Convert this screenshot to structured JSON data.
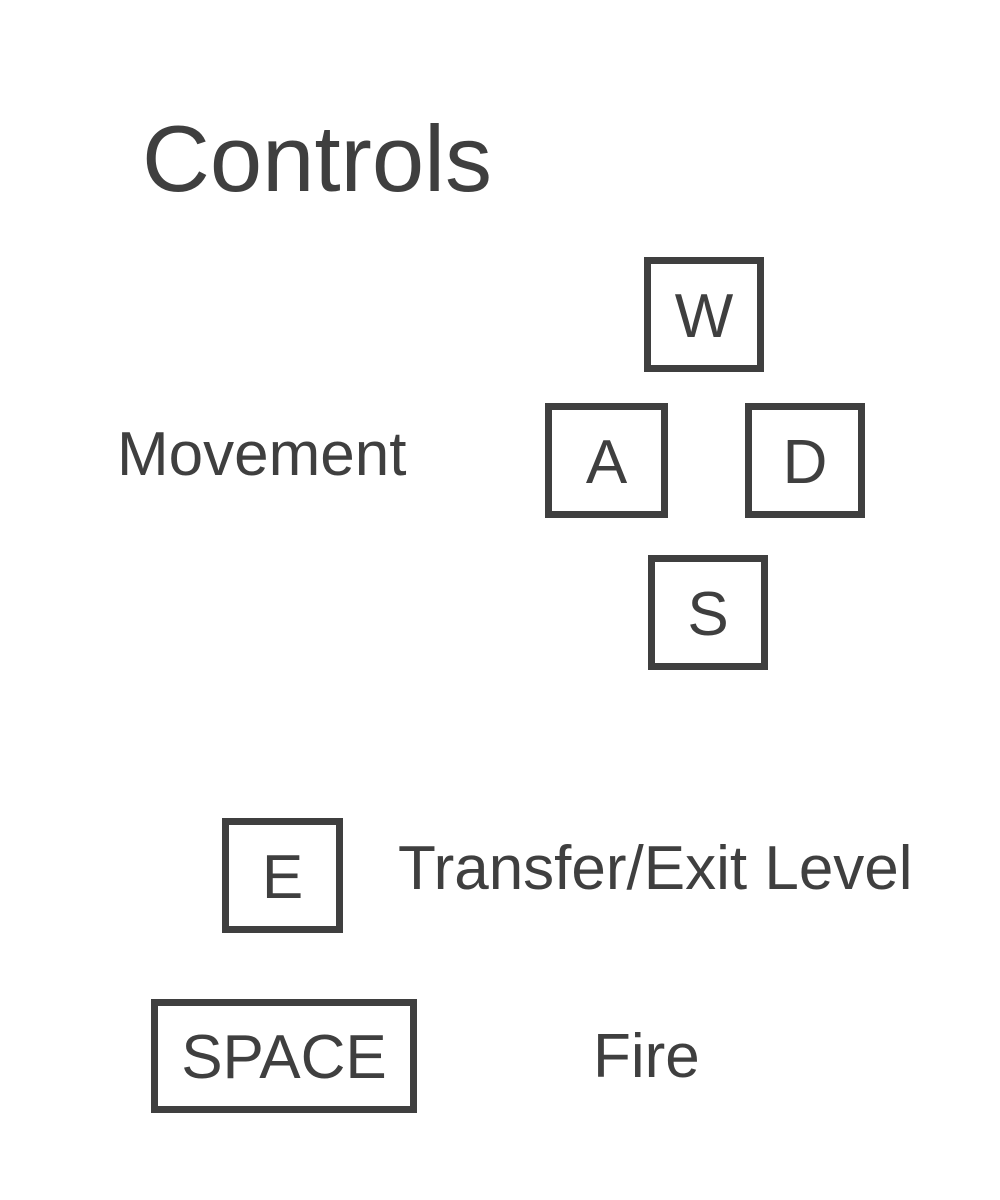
{
  "title": "Controls",
  "movement": {
    "label": "Movement",
    "keys": {
      "up": "W",
      "left": "A",
      "right": "D",
      "down": "S"
    }
  },
  "transfer": {
    "key": "E",
    "label": "Transfer/Exit Level"
  },
  "fire": {
    "key": "SPACE",
    "label": "Fire"
  },
  "colors": {
    "foreground": "#3f3f3f",
    "background": "#ffffff"
  }
}
